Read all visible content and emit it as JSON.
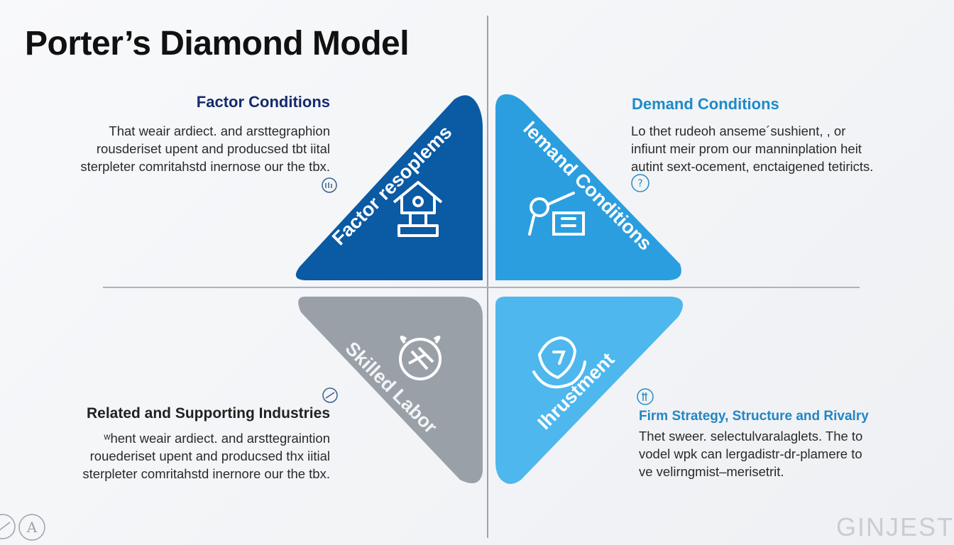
{
  "title": "Porter’s Diamond Model",
  "sections": {
    "factor": {
      "heading": "Factor Conditions",
      "lines": [
        "That weair ardiect. and arsttegraphion",
        "rousderiset upent and producsed tbt iital",
        "sterpleter comritahstd inernose our the tbx."
      ]
    },
    "demand": {
      "heading": "Demand Conditions",
      "lines": [
        "Lo thet rudeoh anseme´sushient, , or",
        "infiunt meir prom our manninplation heit",
        "autint sext-ocement, enctaigened tetiricts."
      ]
    },
    "related": {
      "heading": "Related and Supporting Industries",
      "lines": [
        "ʷhent weair ardiect. and arsttegraintion",
        "rouederiset upent and producsed thx iitial",
        "sterpleter comritahstd inernore our the tbx."
      ]
    },
    "firm": {
      "heading": "Firm Strategy,  Structure and Rivalry",
      "lines": [
        "Thet sweer. selectulvaralaglets. The  to",
        "vodel wpk can lergadistr-dr-plamere to",
        "ve velirngmist–merisetrit."
      ]
    }
  },
  "diamond": {
    "factor_label": "Factor resoplems",
    "demand_label": "lemand Conditions",
    "skilled_label": "Skilled Labor",
    "invest_label": "Ihrustment"
  },
  "colors": {
    "factor": "#0a5aa4",
    "demand": "#2b9ee0",
    "skilled": "#9aa0a8",
    "invest": "#4db7ee"
  },
  "icons": {
    "factor": "house-icon",
    "demand": "magnifier-building-icon",
    "skilled": "gear-hand-icon",
    "invest": "shield-icon"
  },
  "footer": {
    "logo": "GINJEST"
  }
}
